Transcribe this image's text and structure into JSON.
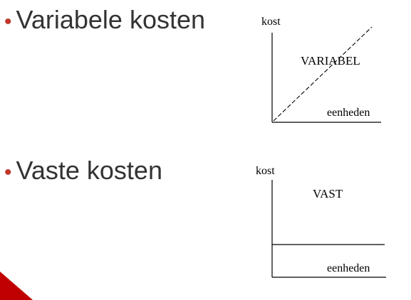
{
  "bullets": [
    {
      "label": "Variabele kosten"
    },
    {
      "label": "Vaste kosten"
    }
  ],
  "graphs": [
    {
      "y_axis_label": "kost",
      "line_label": "VARIABEL",
      "x_axis_label": "eenheden",
      "line_style": "dashed-diagonal"
    },
    {
      "y_axis_label": "kost",
      "line_label": "VAST",
      "x_axis_label": "eenheden",
      "line_style": "solid-horizontal"
    }
  ],
  "colors": {
    "bullet": "#c0392b",
    "text": "#333333",
    "accent": "#c00000"
  }
}
